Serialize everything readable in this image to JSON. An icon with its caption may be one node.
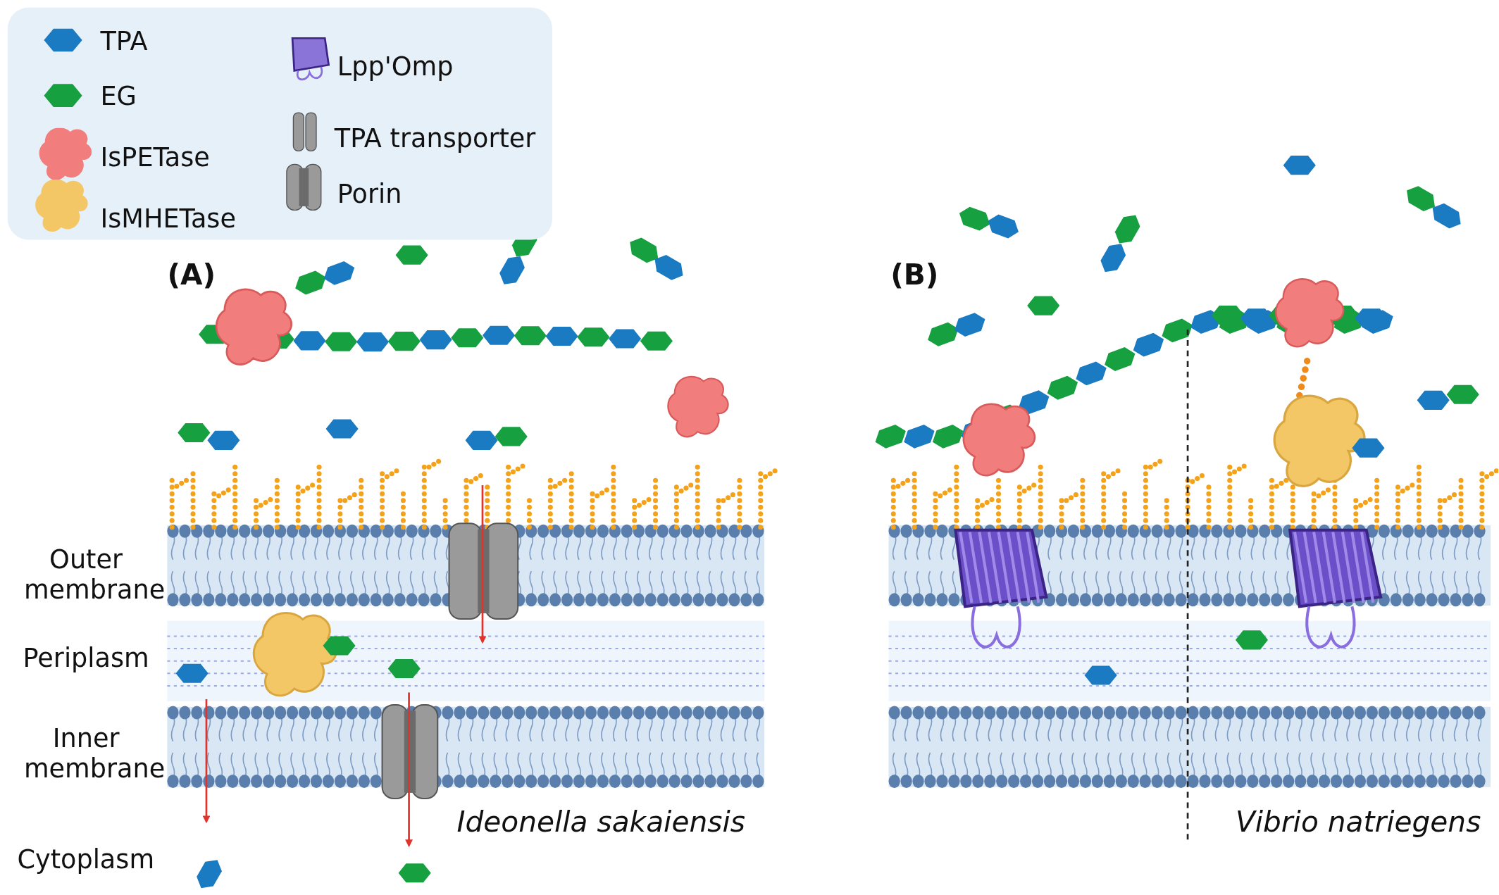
{
  "diagram": {
    "labels": [
      "(A)",
      "(B)",
      "Outer membrane",
      "Periplasm",
      "Inner membrane",
      "Cytoplasm",
      "Ideonella sakaiensis",
      "Vibrio natriegens"
    ],
    "legend": [
      {
        "text": "TPA",
        "color": "#1a7ac2"
      },
      {
        "text": "EG",
        "color": "#16a040"
      },
      {
        "text": "IsPETase"
      },
      {
        "text": "IsMHETase"
      },
      {
        "text": "Lpp'Omp"
      },
      {
        "text": "TPA transporter"
      },
      {
        "text": "Porin"
      }
    ]
  }
}
